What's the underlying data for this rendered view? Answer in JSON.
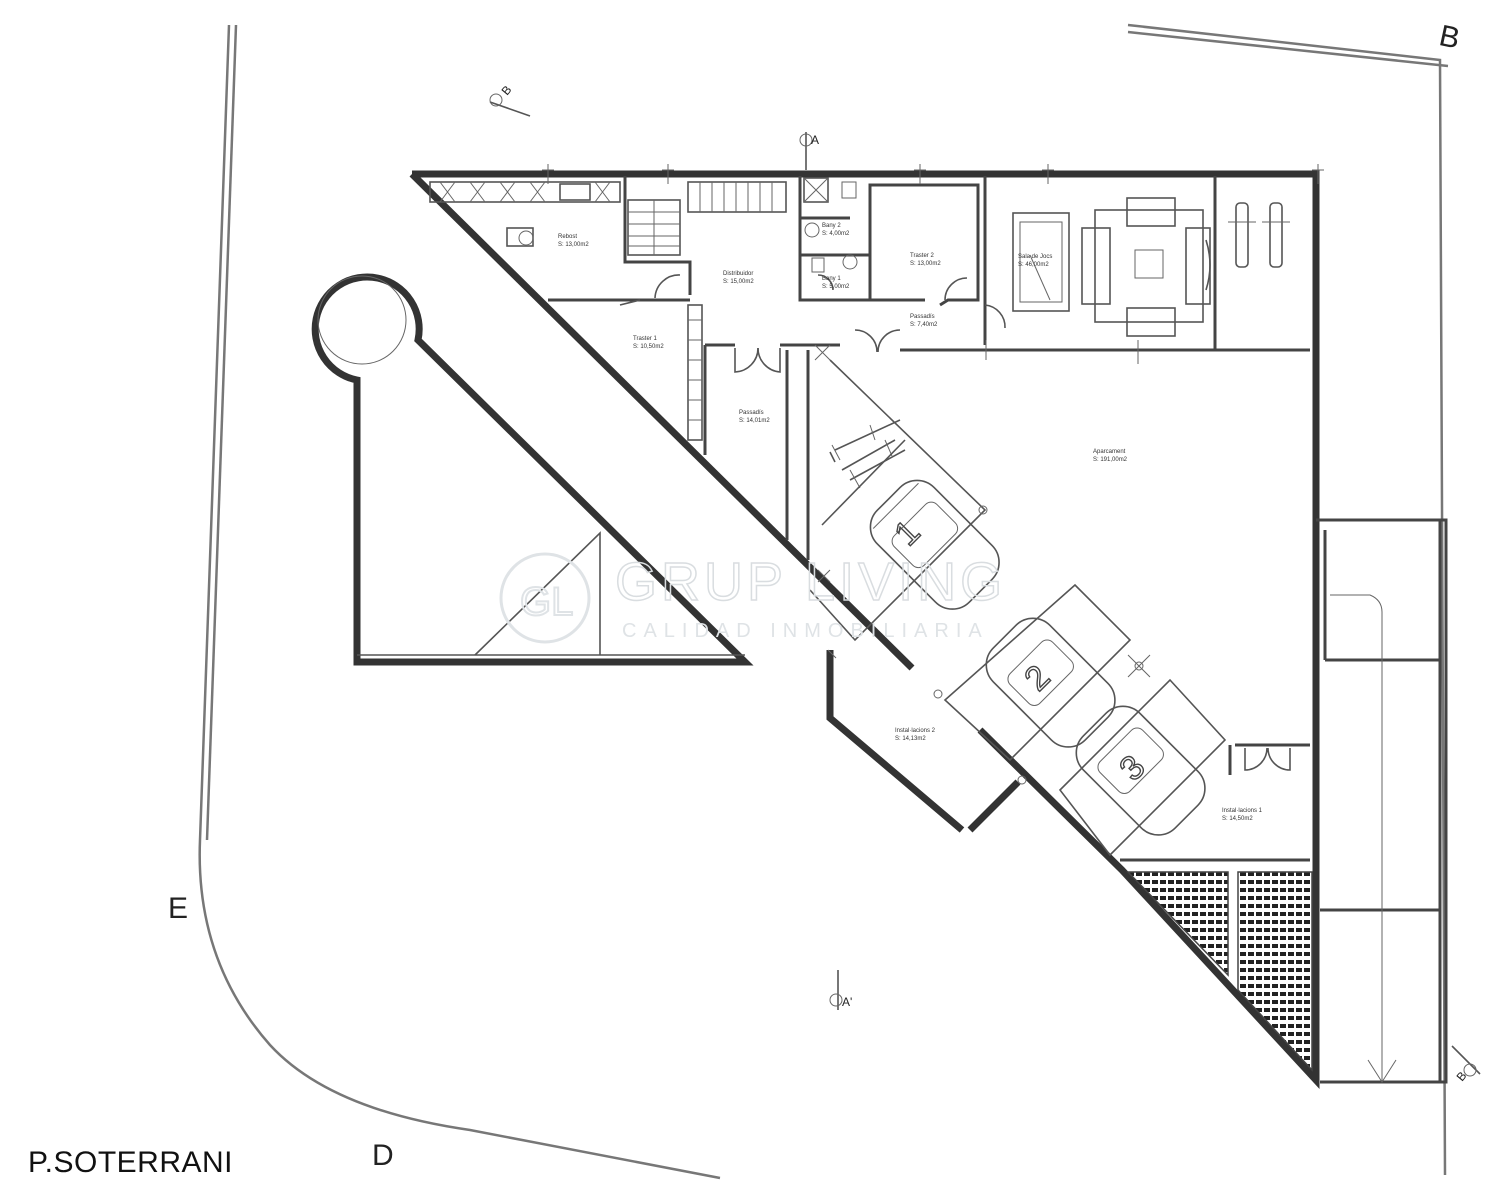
{
  "plan_title": "P.SOTERRANI",
  "watermark": {
    "brand": "GRUP LIVING",
    "subtitle": "CALIDAD INMOBILIARIA",
    "logo_text": "GL"
  },
  "markers": {
    "corner_e": "E",
    "corner_d": "D",
    "corner_b": "B",
    "section_a": "A",
    "section_a_prime": "A'",
    "section_b": "B"
  },
  "parking_slots": [
    "1",
    "2",
    "3"
  ],
  "rooms": [
    {
      "name": "Rebost",
      "area": "S: 13,00m2"
    },
    {
      "name": "Distribuidor",
      "area": "S: 15,00m2"
    },
    {
      "name": "Bany 2",
      "area": "S: 4,00m2"
    },
    {
      "name": "Bany 1",
      "area": "S: 5,00m2"
    },
    {
      "name": "Traster 2",
      "area": "S: 13,00m2"
    },
    {
      "name": "Sala de Jocs",
      "area": "S: 46,00m2"
    },
    {
      "name": "Traster 1",
      "area": "S: 10,50m2"
    },
    {
      "name": "Passadís",
      "area": "S: 7,40m2"
    },
    {
      "name": "Passadís",
      "area": "S: 14,01m2"
    },
    {
      "name": "Aparcament",
      "area": "S: 191,00m2"
    },
    {
      "name": "Instal·lacions 2",
      "area": "S: 14,13m2"
    },
    {
      "name": "Instal·lacions 1",
      "area": "S: 14,50m2"
    }
  ],
  "colors": {
    "wall": "#333333",
    "line": "#555555",
    "watermark": "#d9dde0"
  }
}
